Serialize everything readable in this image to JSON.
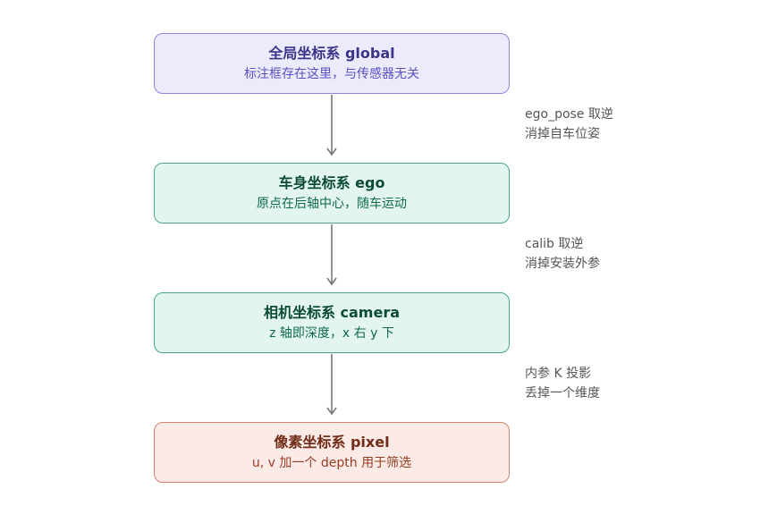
{
  "boxes": [
    {
      "title": "全局坐标系 global",
      "subtitle": "标注框存在这里，与传感器无关"
    },
    {
      "title": "车身坐标系 ego",
      "subtitle": "原点在后轴中心，随车运动"
    },
    {
      "title": "相机坐标系 camera",
      "subtitle": "z 轴即深度，x 右 y 下"
    },
    {
      "title": "像素坐标系 pixel",
      "subtitle": "u, v 加一个 depth 用于筛选"
    }
  ],
  "transitions": [
    {
      "line1": "ego_pose 取逆",
      "line2": "消掉自车位姿"
    },
    {
      "line1": "calib 取逆",
      "line2": "消掉安装外参"
    },
    {
      "line1": "内参 K 投影",
      "line2": "丢掉一个维度"
    }
  ],
  "colors": {
    "global_fill": "#ecebfc",
    "global_stroke": "#8f86d9",
    "ego_camera_fill": "#e2f5ee",
    "ego_camera_stroke": "#4aa887",
    "pixel_fill": "#fbeae6",
    "pixel_stroke": "#d1836e",
    "arrow": "#777777",
    "note_text": "#555555"
  }
}
